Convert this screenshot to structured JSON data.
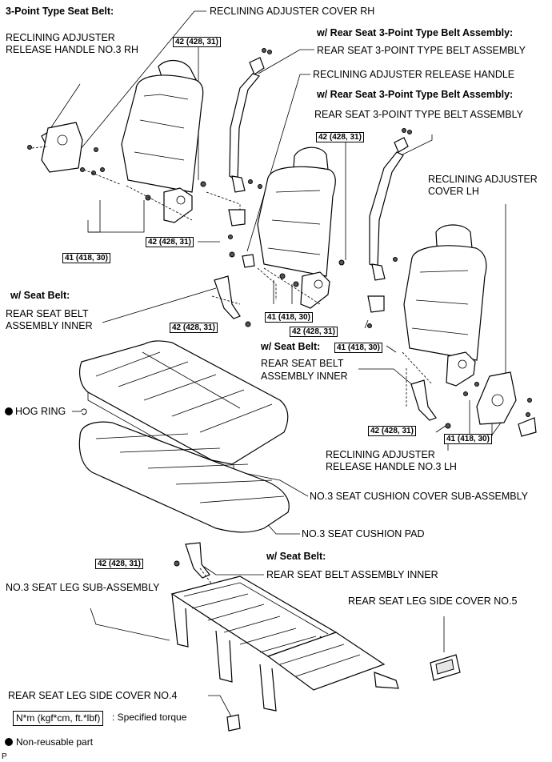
{
  "diagram": {
    "headings": {
      "three_point_top": "3-Point Type Seat Belt:",
      "rear_3pt_1": "w/ Rear Seat 3-Point Type Belt Assembly:",
      "rear_3pt_2": "w/ Rear Seat 3-Point Type Belt Assembly:",
      "seat_belt_1": "w/ Seat Belt:",
      "seat_belt_2": "w/ Seat Belt:",
      "seat_belt_3": "w/ Seat Belt:"
    },
    "labels": {
      "recl_cover_rh": "RECLINING ADJUSTER COVER RH",
      "recl_handle_rh_1": "RECLINING ADJUSTER",
      "recl_handle_rh_2": "RELEASE HANDLE NO.3 RH",
      "rear_3pt_belt_1": "REAR SEAT 3-POINT TYPE BELT ASSEMBLY",
      "recl_release_handle": "RECLINING ADJUSTER RELEASE HANDLE",
      "rear_3pt_belt_2": "REAR SEAT 3-POINT TYPE BELT ASSEMBLY",
      "recl_cover_lh_1": "RECLINING ADJUSTER",
      "recl_cover_lh_2": "COVER LH",
      "rear_belt_inner_1a": "REAR SEAT BELT",
      "rear_belt_inner_1b": "ASSEMBLY INNER",
      "rear_belt_inner_2a": "REAR SEAT BELT",
      "rear_belt_inner_2b": "ASSEMBLY INNER",
      "hog_ring": "HOG RING",
      "recl_handle_lh_1": "RECLINING ADJUSTER",
      "recl_handle_lh_2": "RELEASE HANDLE NO.3 LH",
      "cushion_cover": "NO.3 SEAT CUSHION COVER SUB-ASSEMBLY",
      "cushion_pad": "NO.3 SEAT CUSHION PAD",
      "rear_belt_inner_3": "REAR SEAT BELT ASSEMBLY INNER",
      "seat_leg": "NO.3 SEAT LEG SUB-ASSEMBLY",
      "leg_cover_5": "REAR SEAT LEG SIDE COVER NO.5",
      "leg_cover_4": "REAR SEAT LEG SIDE COVER NO.4",
      "page_code": "P"
    },
    "torques": {
      "t42": "42 (428, 31)",
      "t41": "41 (418, 30)"
    },
    "legend": {
      "torque_box": "N*m (kgf*cm, ft.*lbf)",
      "torque_desc": ": Specified torque",
      "nonreusable": "Non-reusable part"
    }
  }
}
